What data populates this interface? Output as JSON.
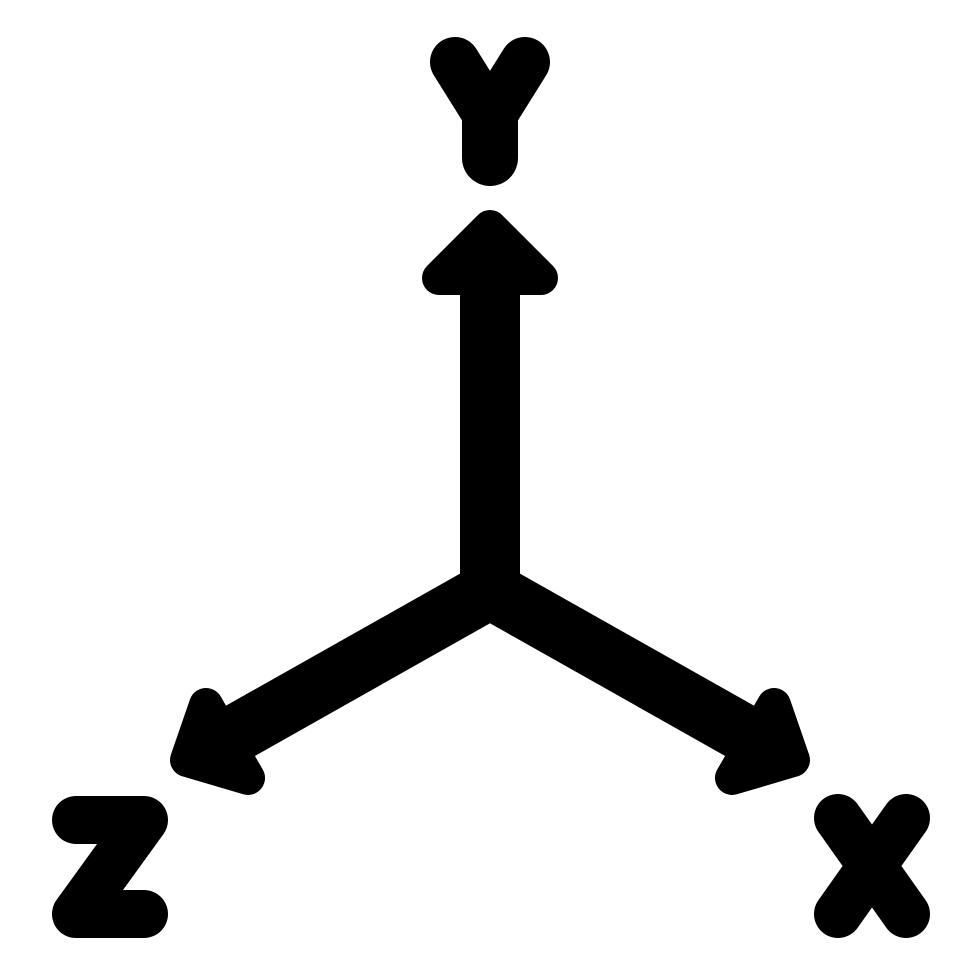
{
  "diagram": {
    "type": "3d-axes-icon",
    "stroke_color": "#000000",
    "background_color": "#ffffff",
    "axes": [
      {
        "name": "Y",
        "direction": "up",
        "label": "Y"
      },
      {
        "name": "X",
        "direction": "down-right",
        "label": "X"
      },
      {
        "name": "Z",
        "direction": "down-left",
        "label": "Z"
      }
    ]
  }
}
